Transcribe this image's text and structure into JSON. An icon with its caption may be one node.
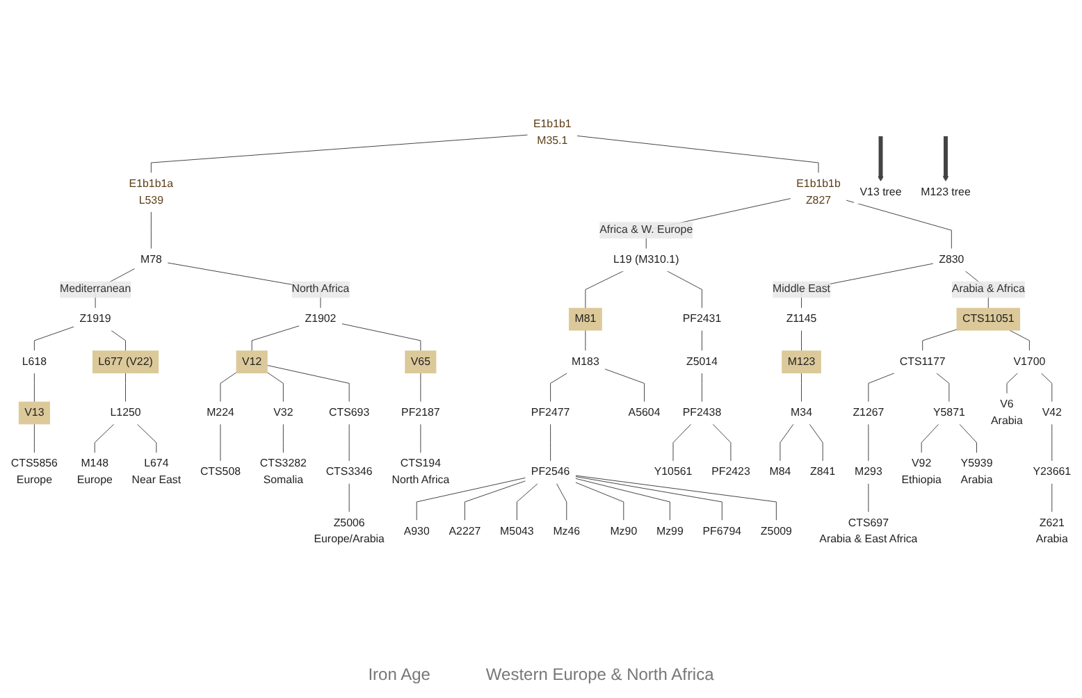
{
  "diagram": {
    "nodes": [
      {
        "text": [
          "E1b1b1",
          "M35.1"
        ]
      },
      {
        "text": [
          "E1b1b1a",
          "L539"
        ]
      },
      {
        "text": [
          "E1b1b1b",
          "Z827"
        ]
      },
      {
        "text": [
          "M78"
        ]
      },
      {
        "text": [
          "L19 (M310.1)"
        ]
      },
      {
        "text": [
          "Z830"
        ]
      },
      {
        "text": [
          "Z1919"
        ]
      },
      {
        "text": [
          "Z1902"
        ]
      },
      {
        "text": [
          "M81"
        ]
      },
      {
        "text": [
          "PF2431"
        ]
      },
      {
        "text": [
          "Z1145"
        ]
      },
      {
        "text": [
          "CTS11051"
        ]
      },
      {
        "text": [
          "L618"
        ]
      },
      {
        "text": [
          "L677 (V22)"
        ]
      },
      {
        "text": [
          "V12"
        ]
      },
      {
        "text": [
          "V65"
        ]
      },
      {
        "text": [
          "M183"
        ]
      },
      {
        "text": [
          "Z5014"
        ]
      },
      {
        "text": [
          "M123"
        ]
      },
      {
        "text": [
          "CTS1177"
        ]
      },
      {
        "text": [
          "V1700"
        ]
      },
      {
        "text": [
          "V13"
        ]
      },
      {
        "text": [
          "L1250"
        ]
      },
      {
        "text": [
          "M224"
        ]
      },
      {
        "text": [
          "V32"
        ]
      },
      {
        "text": [
          "CTS693"
        ]
      },
      {
        "text": [
          "PF2187"
        ]
      },
      {
        "text": [
          "PF2477"
        ]
      },
      {
        "text": [
          "A5604"
        ]
      },
      {
        "text": [
          "PF2438"
        ]
      },
      {
        "text": [
          "M34"
        ]
      },
      {
        "text": [
          "Z1267"
        ]
      },
      {
        "text": [
          "Y5871"
        ]
      },
      {
        "text": [
          "V6",
          "Arabia"
        ]
      },
      {
        "text": [
          "V42"
        ]
      },
      {
        "text": [
          "CTS5856",
          "Europe"
        ]
      },
      {
        "text": [
          "M148",
          "Europe"
        ]
      },
      {
        "text": [
          "L674",
          "Near East"
        ]
      },
      {
        "text": [
          "CTS508"
        ]
      },
      {
        "text": [
          "CTS3282",
          "Somalia"
        ]
      },
      {
        "text": [
          "CTS3346"
        ]
      },
      {
        "text": [
          "CTS194",
          "North Africa"
        ]
      },
      {
        "text": [
          "Y10561"
        ]
      },
      {
        "text": [
          "PF2423"
        ]
      },
      {
        "text": [
          "M84"
        ]
      },
      {
        "text": [
          "Z841"
        ]
      },
      {
        "text": [
          "M293"
        ]
      },
      {
        "text": [
          "V92",
          "Ethiopia"
        ]
      },
      {
        "text": [
          "Y5939",
          "Arabia"
        ]
      },
      {
        "text": [
          "Y23661"
        ]
      },
      {
        "text": [
          "V13 tree"
        ]
      },
      {
        "text": [
          "M123 tree"
        ]
      },
      {
        "text": [
          "Z5006",
          "Europe/Arabia"
        ]
      },
      {
        "text": [
          "CTS697",
          "Arabia & East Africa"
        ]
      },
      {
        "text": [
          "Z621",
          "Arabia"
        ]
      },
      {
        "text": [
          "PF2546"
        ]
      },
      {
        "text": [
          "A930"
        ]
      },
      {
        "text": [
          "A2227"
        ]
      },
      {
        "text": [
          "M5043"
        ]
      },
      {
        "text": [
          "Mz46"
        ]
      },
      {
        "text": [
          "Mz90"
        ]
      },
      {
        "text": [
          "Mz99"
        ]
      },
      {
        "text": [
          "PF6794"
        ]
      },
      {
        "text": [
          "Z5009"
        ]
      }
    ],
    "edges": [
      {
        "from": 0,
        "to": 1,
        "arrow": "none"
      },
      {
        "from": 0,
        "to": 2,
        "arrow": "none"
      },
      {
        "from": 1,
        "to": 3,
        "arrow": "none"
      },
      {
        "from": 3,
        "to": 6,
        "arrow": "none",
        "label": "Mediterranean"
      },
      {
        "from": 3,
        "to": 7,
        "arrow": "none",
        "label": "North Africa"
      },
      {
        "from": 2,
        "to": 4,
        "arrow": "none",
        "label": "Africa & W. Europe"
      },
      {
        "from": 2,
        "to": 5,
        "arrow": "none"
      },
      {
        "from": 4,
        "to": 8,
        "arrow": "none"
      },
      {
        "from": 4,
        "to": 9,
        "arrow": "none"
      },
      {
        "from": 5,
        "to": 10,
        "arrow": "none",
        "label": "Middle East"
      },
      {
        "from": 5,
        "to": 11,
        "arrow": "none",
        "label": "Arabia & Africa"
      },
      {
        "from": 6,
        "to": 12,
        "arrow": "none"
      },
      {
        "from": 6,
        "to": 13,
        "arrow": "none"
      },
      {
        "from": 7,
        "to": 14,
        "arrow": "none"
      },
      {
        "from": 7,
        "to": 15,
        "arrow": "none"
      },
      {
        "from": 8,
        "to": 16,
        "arrow": "none"
      },
      {
        "from": 9,
        "to": 17,
        "arrow": "none"
      },
      {
        "from": 10,
        "to": 18,
        "arrow": "none"
      },
      {
        "from": 11,
        "to": 19,
        "arrow": "none"
      },
      {
        "from": 11,
        "to": 20,
        "arrow": "none"
      },
      {
        "from": 12,
        "to": 21,
        "arrow": "none"
      },
      {
        "from": 13,
        "to": 22,
        "arrow": "none"
      },
      {
        "from": 14,
        "to": 23,
        "arrow": "none"
      },
      {
        "from": 14,
        "to": 24,
        "arrow": "none"
      },
      {
        "from": 14,
        "to": 25,
        "arrow": "none"
      },
      {
        "from": 15,
        "to": 26,
        "arrow": "none"
      },
      {
        "from": 16,
        "to": 27,
        "arrow": "none"
      },
      {
        "from": 16,
        "to": 28,
        "arrow": "none"
      },
      {
        "from": 17,
        "to": 29,
        "arrow": "none"
      },
      {
        "from": 18,
        "to": 30,
        "arrow": "none"
      },
      {
        "from": 19,
        "to": 31,
        "arrow": "none"
      },
      {
        "from": 19,
        "to": 32,
        "arrow": "none"
      },
      {
        "from": 20,
        "to": 33,
        "arrow": "none"
      },
      {
        "from": 20,
        "to": 34,
        "arrow": "none"
      },
      {
        "from": 21,
        "to": 35,
        "arrow": "none"
      },
      {
        "from": 22,
        "to": 36,
        "arrow": "none"
      },
      {
        "from": 22,
        "to": 37,
        "arrow": "none"
      },
      {
        "from": 23,
        "to": 38,
        "arrow": "none"
      },
      {
        "from": 24,
        "to": 39,
        "arrow": "none"
      },
      {
        "from": 25,
        "to": 40,
        "arrow": "none"
      },
      {
        "from": 26,
        "to": 41,
        "arrow": "none"
      },
      {
        "from": 29,
        "to": 42,
        "arrow": "none"
      },
      {
        "from": 29,
        "to": 43,
        "arrow": "none"
      },
      {
        "from": 30,
        "to": 44,
        "arrow": "none"
      },
      {
        "from": 30,
        "to": 45,
        "arrow": "none"
      },
      {
        "from": 31,
        "to": 46,
        "arrow": "none"
      },
      {
        "from": 32,
        "to": 47,
        "arrow": "none"
      },
      {
        "from": 32,
        "to": 48,
        "arrow": "none"
      },
      {
        "from": 34,
        "to": 49,
        "arrow": "none"
      },
      {
        "from": 40,
        "to": 52,
        "arrow": "none"
      },
      {
        "from": 46,
        "to": 53,
        "arrow": "none"
      },
      {
        "from": 49,
        "to": 54,
        "arrow": "none"
      },
      {
        "from": 27,
        "to": 55,
        "arrow": "none"
      },
      {
        "from": 55,
        "to": 56,
        "arrow": "none"
      },
      {
        "from": 55,
        "to": 57,
        "arrow": "none"
      },
      {
        "from": 55,
        "to": 58,
        "arrow": "none"
      },
      {
        "from": 55,
        "to": 59,
        "arrow": "none"
      },
      {
        "from": 55,
        "to": 60,
        "arrow": "none"
      },
      {
        "from": 55,
        "to": 61,
        "arrow": "none"
      },
      {
        "from": 55,
        "to": 62,
        "arrow": "none"
      },
      {
        "from": 55,
        "to": 63,
        "arrow": "none"
      },
      {
        "from": null,
        "to": 50,
        "arrow": "to",
        "style": "thick"
      },
      {
        "from": null,
        "to": 51,
        "arrow": "to",
        "style": "thick"
      }
    ],
    "labels": [
      "Iron Age",
      "Western Europe & North Africa"
    ]
  }
}
